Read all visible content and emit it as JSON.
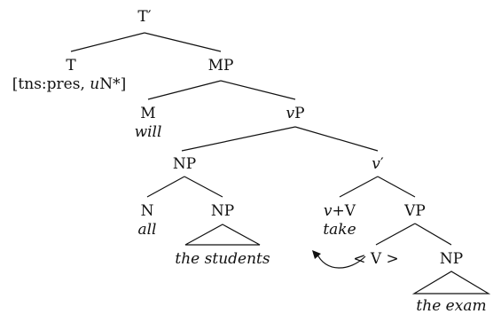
{
  "tree": {
    "t_bar": "T′",
    "t": "T",
    "t_features": "[tns:pres, uN*]",
    "t_features_parts": {
      "open": "[tns:pres, ",
      "u": "u",
      "rest": "N*]"
    },
    "mp": "MP",
    "m": "M",
    "will": "will",
    "vp_little": {
      "v": "v",
      "p": "P"
    },
    "np1": "NP",
    "v_bar": {
      "v": "v",
      "prime": "′"
    },
    "n": "N",
    "all": "all",
    "np2": "NP",
    "the_students": "the students",
    "v_plus_v": {
      "v": "v",
      "rest": "+V"
    },
    "vp_big": "VP",
    "take": "take",
    "trace_v": "< V >",
    "np3": "NP",
    "the_exam": "the exam"
  }
}
